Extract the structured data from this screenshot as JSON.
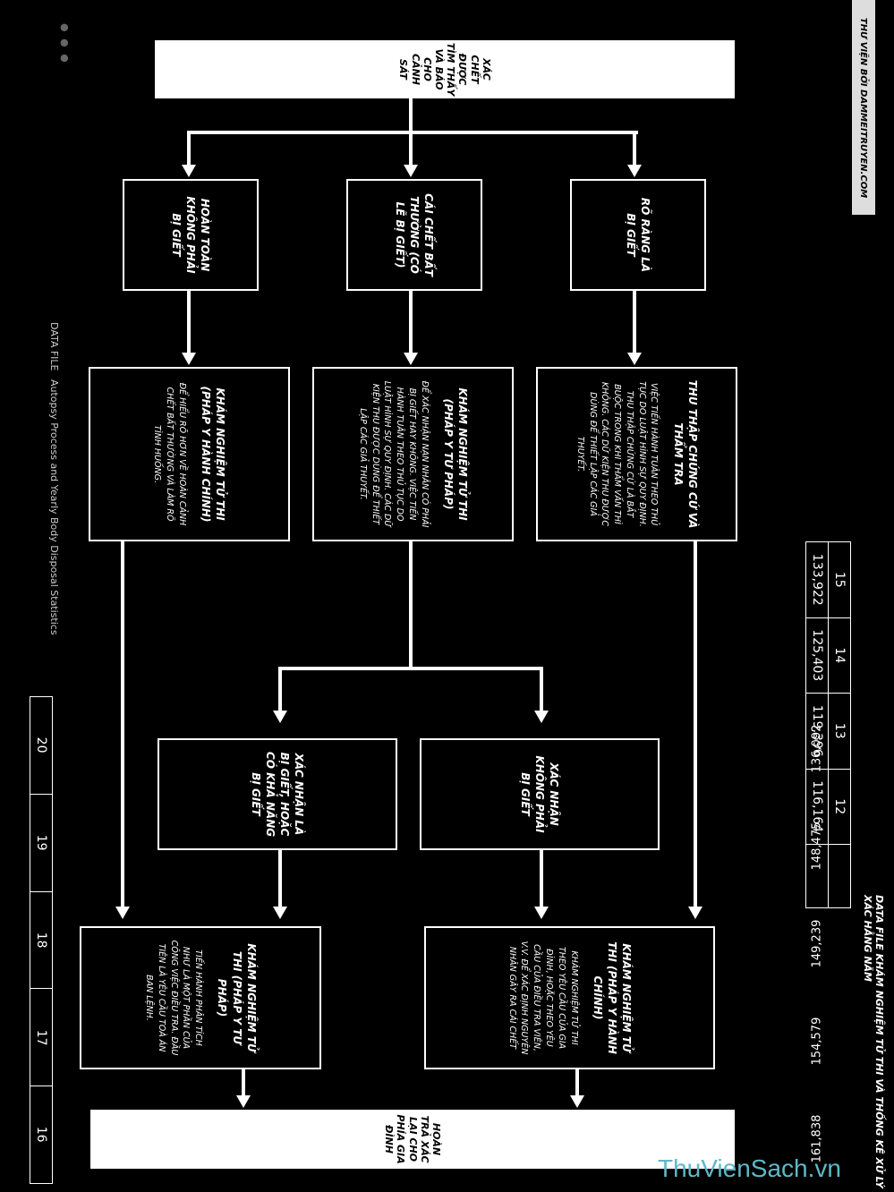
{
  "header": {
    "title": "DATA FILE",
    "subtitle": "Autopsy Process and Yearly Body Disposal Statistics"
  },
  "footer_title": "DATA FILE KHÁM NGHIỆM TỬ THI VÀ THỐNG KÊ XỬ LÝ XÁC HẰNG NĂM",
  "start": {
    "label": "XÁC CHẾT ĐƯỢC TÌM THẤY VÀ BÁO CHO CẢNH SÁT"
  },
  "categories": [
    {
      "label": "RÕ RÀNG LÀ BỊ GIẾT"
    },
    {
      "label": "CÁI CHẾT BẤT THƯỜNG (CÓ LẼ BỊ GIẾT)"
    },
    {
      "label": "HOÀN TOÀN KHÔNG PHẢI BỊ GIẾT"
    }
  ],
  "procedures": [
    {
      "title": "THU THẬP CHỨNG CỨ VÀ THẨM TRA",
      "desc": "VIỆC TIẾN HÀNH TUÂN THEO THỦ TỤC DO LUẬT HÌNH SỰ QUY ĐỊNH. THU THẬP CHỨNG CỨ LÀ BẮT BUỘC TRONG KHI THẨM VẤN THÌ KHÔNG. CÁC DỮ KIỆN THU ĐƯỢC DÙNG ĐỂ THIẾT LẬP CÁC GIẢ THUYẾT."
    },
    {
      "title": "KHÁM NGHIỆM TỬ THI (PHÁP Y TƯ PHÁP)",
      "desc": "ĐỂ XÁC NHẬN NẠN NHÂN CÓ PHẢI BỊ GIẾT HAY KHÔNG. VIỆC TIẾN HÀNH TUÂN THEO THỦ TỤC DO LUẬT HÌNH SỰ QUY ĐỊNH. CÁC DỮ KIỆN THU ĐƯỢC DÙNG ĐỂ THIẾT LẬP CÁC GIẢ THUYẾT."
    },
    {
      "title": "KHÁM NGHIỆM TỬ THI (PHÁP Y HÀNH CHÍNH)",
      "desc": "ĐỂ HIỂU RÕ HƠN VỀ HOÀN CẢNH CHẾT BẤT THƯỜNG VÀ LÀM RÕ TÌNH HUỐNG."
    }
  ],
  "confirmations": [
    {
      "label": "XÁC NHẬN LÀ BỊ GIẾT, HOẶC CÓ KHẢ NĂNG BỊ GIẾT"
    },
    {
      "label": "XÁC NHẬN KHÔNG PHẢI BỊ GIẾT"
    }
  ],
  "autopsies": [
    {
      "title": "KHÁM NGHIỆM TỬ THI (PHÁP Y TƯ PHÁP)",
      "desc": "TIẾN HÀNH PHÂN TÍCH NHƯ LÀ MỘT PHẦN CỦA CÔNG VIỆC ĐIỀU TRA. ĐẦU TIÊN LÀ YÊU CẦU TOÀ ÁN BAN LỆNH."
    },
    {
      "title": "KHÁM NGHIỆM TỬ THI (PHÁP Y HÀNH CHÍNH)",
      "desc": "KHÁM NGHIỆM TỬ THI THEO YÊU CẦU CỦA GIA ĐÌNH, HOẶC THEO YÊU CẦU CỦA ĐIỀU TRA VIÊN, V.V. ĐỂ XÁC ĐỊNH NGUYÊN NHÂN GÂY RA CÁI CHẾT"
    }
  ],
  "end": {
    "label": "HOÀN TRẢ XÁC LẠI CHO PHÍA GIA ĐÌNH"
  },
  "stats_top": {
    "years": [
      "15",
      "14",
      "13",
      "12"
    ],
    "values": [
      "133,922",
      "125,403",
      "119,396",
      "116,164"
    ]
  },
  "stats_bottom": {
    "years": [
      "20",
      "19",
      "18",
      "17",
      "16"
    ],
    "values": [
      "161,838",
      "154,579",
      "149,239",
      "148,475",
      "136,092"
    ]
  },
  "credit": "THƯ VIỆN BỞI DAMMEITRUYEN.COM",
  "watermark": "ThuVienSach.vn"
}
